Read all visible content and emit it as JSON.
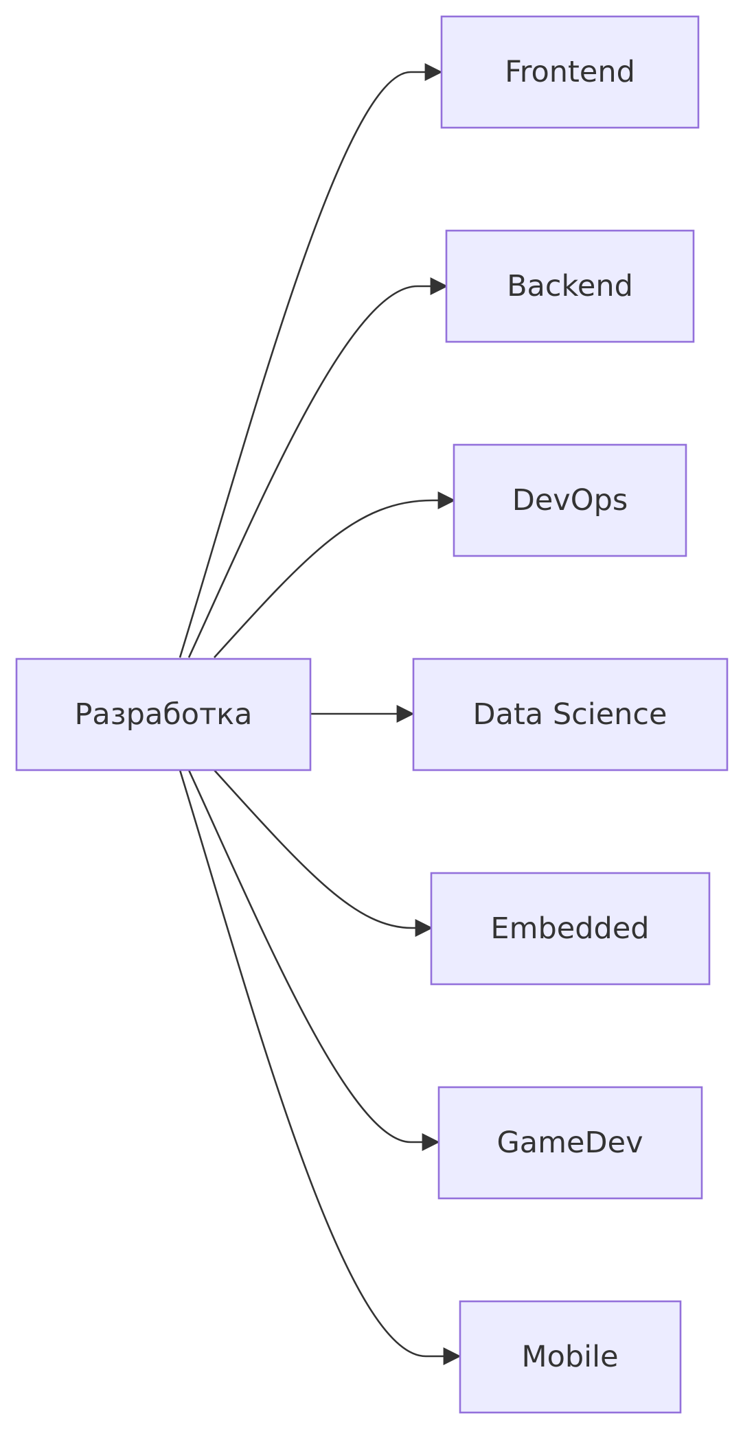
{
  "diagram": {
    "type": "flowchart",
    "direction": "LR",
    "colors": {
      "node_fill": "#ECECFF",
      "node_stroke": "#9370DB",
      "edge": "#333333",
      "text": "#333333"
    },
    "root": {
      "id": "root",
      "label": "Разработка"
    },
    "children": [
      {
        "id": "frontend",
        "label": "Frontend"
      },
      {
        "id": "backend",
        "label": "Backend"
      },
      {
        "id": "devops",
        "label": "DevOps"
      },
      {
        "id": "data-science",
        "label": "Data Science"
      },
      {
        "id": "embedded",
        "label": "Embedded"
      },
      {
        "id": "gamedev",
        "label": "GameDev"
      },
      {
        "id": "mobile",
        "label": "Mobile"
      }
    ],
    "edges": [
      {
        "from": "root",
        "to": "frontend"
      },
      {
        "from": "root",
        "to": "backend"
      },
      {
        "from": "root",
        "to": "devops"
      },
      {
        "from": "root",
        "to": "data-science"
      },
      {
        "from": "root",
        "to": "embedded"
      },
      {
        "from": "root",
        "to": "gamedev"
      },
      {
        "from": "root",
        "to": "mobile"
      }
    ]
  }
}
